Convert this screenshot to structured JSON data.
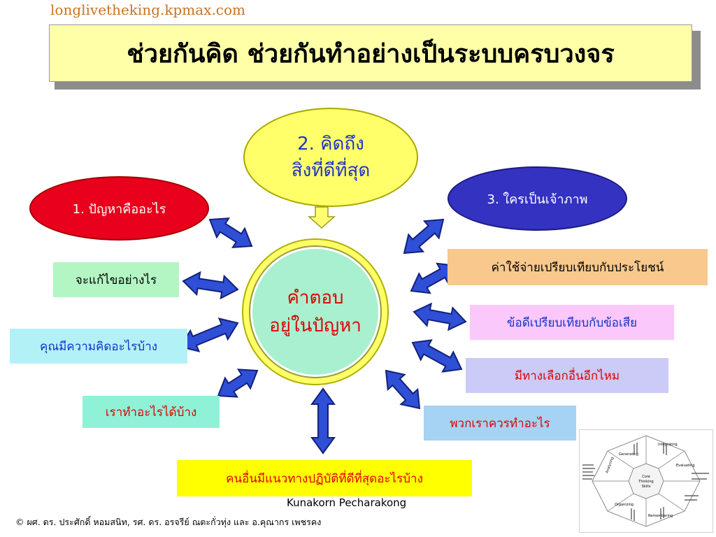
{
  "site_url": "longlivetheking.kpmax.com",
  "title": "ช่วยกันคิด ช่วยกันทำอย่างเป็นระบบครบวงจร",
  "nodes": {
    "problem": "1. ปัญหาคืออะไร",
    "best_line1": "2. คิดถึง",
    "best_line2": "สิ่งที่ดีที่สุด",
    "owner": "3. ใครเป็นเจ้าภาพ"
  },
  "center": {
    "line1": "คำตอบ",
    "line2": "อยู่ในปัญหา"
  },
  "questions": {
    "solve": "จะแก้ไขอย่างไร",
    "think": "คุณมีความคิดอะไรบ้าง",
    "do": "เราทำอะไรได้บ้าง",
    "cost": "ค่าใช้จ่ายเปรียบเทียบกับประโยชน์",
    "pros": "ข้อดีเปรียบเทียบกับข้อเสีย",
    "options": "มีทางเลือกอื่นอีกไหม",
    "we": "พวกเราควรทำอะไร",
    "others": "คนอื่นมีแนวทางปฏิบัติที่ดีที่สุดอะไรบ้าง"
  },
  "author": "Kunakorn Pecharakong",
  "credits": "© ผศ. ดร. ประศักดิ์ หอมสนิท, รศ. ดร. อรจรีย์ ณตะกั่วทุ่ง และ อ.คุณากร เพชรคง",
  "thumbnail": {
    "center_line1": "Core",
    "center_line2": "Thinking",
    "center_line3": "Skills",
    "labels": [
      "Integrating",
      "Evaluating",
      "Analyzing",
      "Generating",
      "Organizing",
      "Remembering"
    ]
  },
  "colors": {
    "arrow": "#2e4fd6",
    "title_bg": "#ffffa8"
  }
}
